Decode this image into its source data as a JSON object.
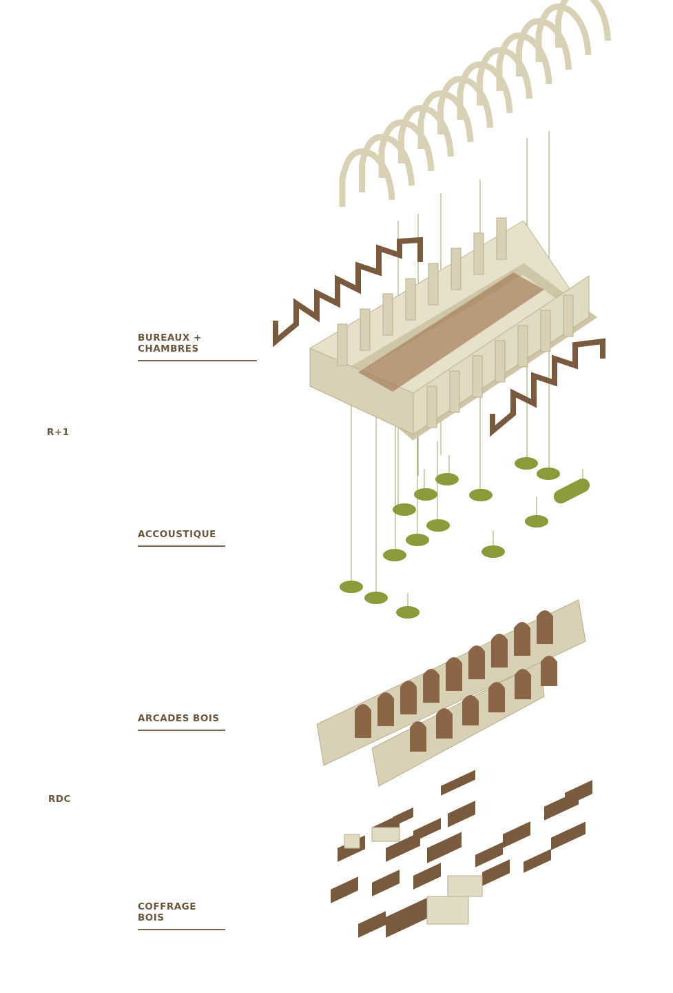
{
  "labels": {
    "bureaux": "BUREAUX + CHAMBRES",
    "r1": "R+1",
    "acoustique": "ACCOUSTIQUE",
    "arcades": "ARCADES BOIS",
    "rdc": "RDC",
    "coffrage": "COFFRAGE BOIS"
  },
  "colors": {
    "label": "#6b5740",
    "stone": "#d9d1b6",
    "wood": "#7a5a3e",
    "acoustic": "#8b9a3a",
    "line": "#9aa36a"
  }
}
